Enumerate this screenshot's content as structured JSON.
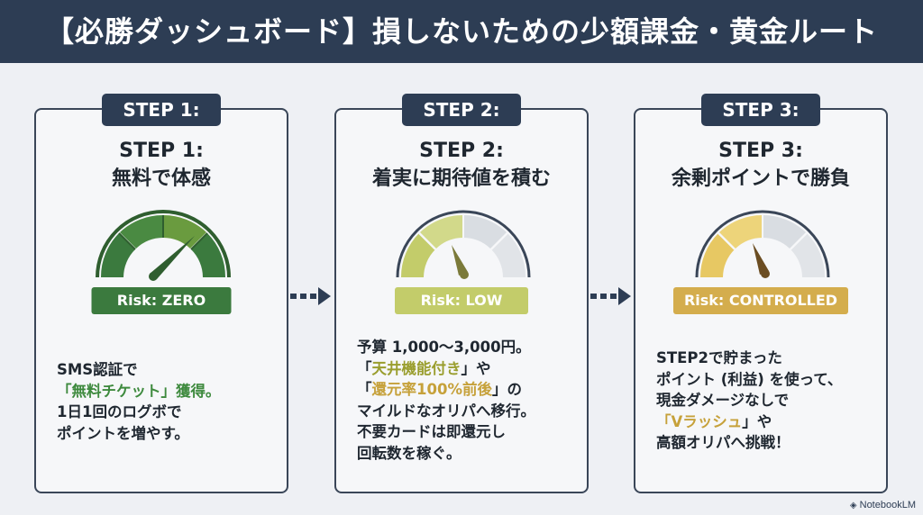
{
  "header": {
    "title": "【必勝ダッシュボード】損しないための少額課金・黄金ルート"
  },
  "colors": {
    "header_bg": "#2d3d54",
    "zero": "#3b7a3e",
    "low": "#c3cc6a",
    "controlled": "#d4ad4d",
    "gauge_inactive": "#d9dde2"
  },
  "steps": [
    {
      "tab": "STEP 1:",
      "title_line1": "STEP 1:",
      "title_line2": "無料で体感",
      "risk": "Risk: ZERO",
      "gauge_level": 0.8,
      "lines": [
        "SMS認証で",
        "「",
        "無料チケット",
        "」獲得。",
        "1日1回のログボで",
        "ポイントを増やす。"
      ]
    },
    {
      "tab": "STEP 2:",
      "title_line1": "STEP 2:",
      "title_line2": "着実に期待値を積む",
      "risk": "Risk: LOW",
      "gauge_level": 0.35,
      "lines": [
        "予算 1,000〜3,000円。",
        "「",
        "天井機能付き",
        "」や",
        "「",
        "還元率100%前後",
        "」の",
        "マイルドなオリパへ移行。",
        "不要カードは即還元し",
        "回転数を稼ぐ。"
      ]
    },
    {
      "tab": "STEP 3:",
      "title_line1": "STEP 3:",
      "title_line2": "余剰ポイントで勝負",
      "risk": "Risk: CONTROLLED",
      "gauge_level": 0.55,
      "lines": [
        "STEP2で貯まった",
        "ポイント (利益) を使って、",
        "現金ダメージなしで",
        "「",
        "Vラッシュ",
        "」や",
        "高額オリパへ挑戦！"
      ]
    }
  ],
  "icons": [
    "gauge-icon",
    "dashed-arrow-icon",
    "notebook-icon"
  ],
  "credit": "NotebookLM"
}
